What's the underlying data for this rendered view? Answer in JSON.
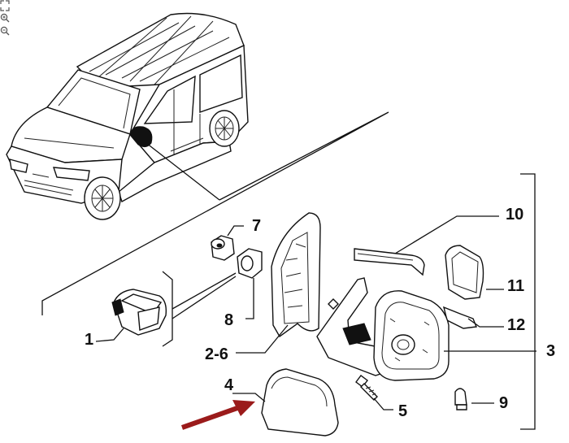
{
  "toolbar": {
    "icons": [
      "expand-icon",
      "zoom-in-icon",
      "zoom-out-icon"
    ]
  },
  "diagram": {
    "arrow_color": "#9b1b1b",
    "callouts": {
      "c7": "7",
      "c8": "8",
      "c1": "1",
      "c26": "2-6",
      "c4": "4",
      "c5": "5",
      "c10": "10",
      "c11": "11",
      "c12": "12",
      "c3": "3",
      "c9": "9"
    }
  }
}
